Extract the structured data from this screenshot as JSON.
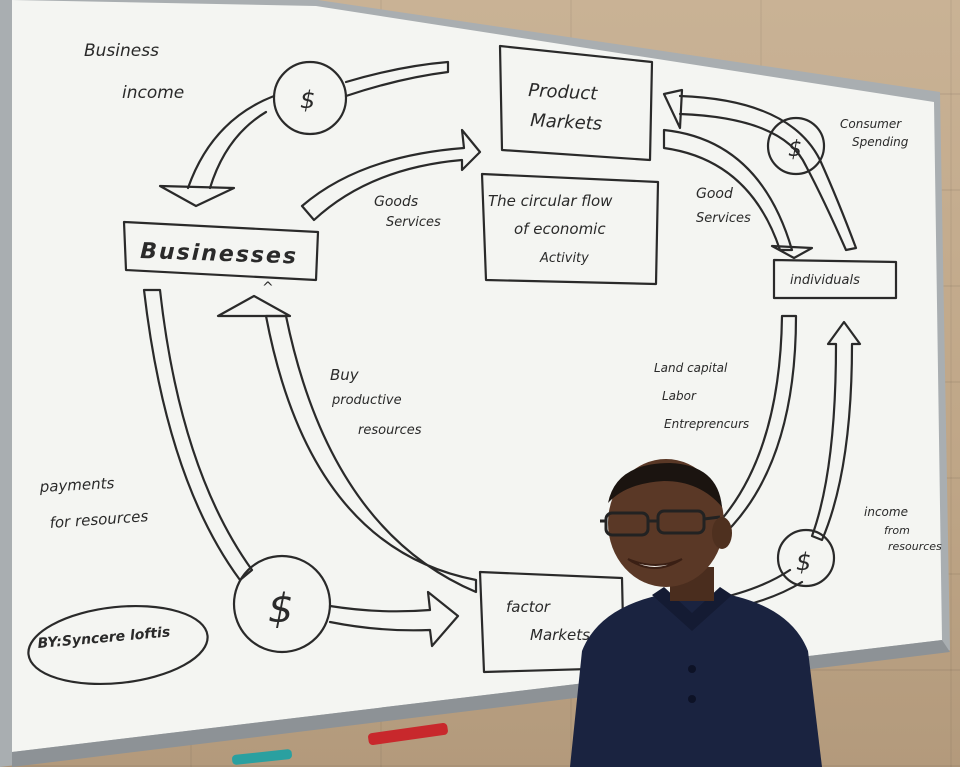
{
  "board": {
    "title_box": {
      "line1": "The circular flow",
      "line2": "of economic",
      "line3": "Activity"
    },
    "boxes": {
      "businesses": "Businesses",
      "individuals": "individuals",
      "product_markets_line1": "Product",
      "product_markets_line2": "Markets",
      "factor_markets_line1": "factor",
      "factor_markets_line2": "Markets"
    },
    "labels": {
      "business_income_1": "Business",
      "business_income_2": "income",
      "goods_services_1": "Goods",
      "goods_services_2": "Services",
      "good_services_1": "Good",
      "good_services_2": "Services",
      "consumer_spending_1": "Consumer",
      "consumer_spending_2": "Spending",
      "buy_1": "Buy",
      "buy_2": "productive",
      "buy_3": "resources",
      "land_1": "Land capital",
      "land_2": "Labor",
      "land_3": "Entreprencurs",
      "payments_1": "payments",
      "payments_2": "for resources",
      "income_from_1": "income",
      "income_from_2": "from",
      "income_from_3": "resources",
      "author": "BY:Syncere loftis"
    },
    "dollar_symbol": "$",
    "caret": "^"
  },
  "colors": {
    "board": "#f4f5f2",
    "frame": "#a9aeb1",
    "ink": "#2a2a2a",
    "shirt": "#1a2340",
    "skin": "#5a3826"
  }
}
